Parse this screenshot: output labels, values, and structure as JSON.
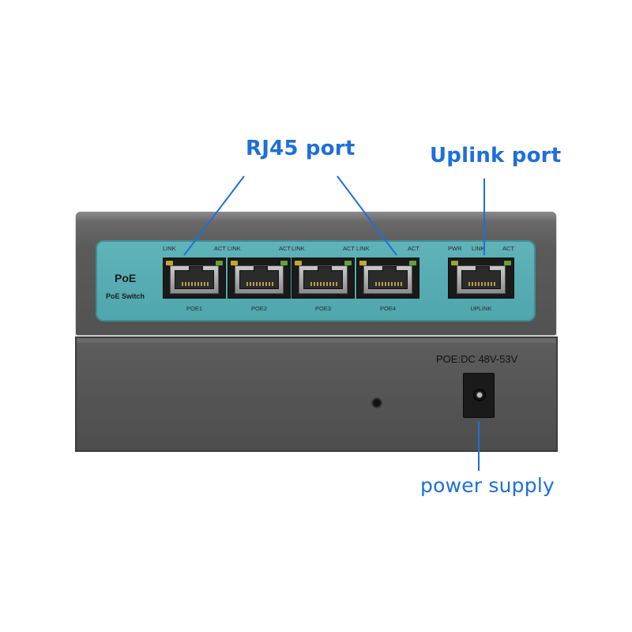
{
  "callouts": {
    "rj45": "RJ45 port",
    "uplink": "Uplink port",
    "power": "power supply"
  },
  "device": {
    "brand": "PoE",
    "model": "PoE Switch",
    "power_spec": "POE:DC 48V-53V",
    "ports": [
      {
        "name": "POE1",
        "left_led": "LINK",
        "right_led": "ACT"
      },
      {
        "name": "POE2",
        "left_led": "LINK",
        "right_led": "ACT"
      },
      {
        "name": "POE3",
        "left_led": "LINK",
        "right_led": "ACT"
      },
      {
        "name": "POE4",
        "left_led": "LINK",
        "right_led": "ACT"
      }
    ],
    "uplink": {
      "name": "UPLINK",
      "leds": [
        "PWR",
        "LINK",
        "ACT"
      ]
    }
  },
  "colors": {
    "callout": "#1e6fd9",
    "panel": "#56abb1",
    "chassis": "#5a5a5a"
  }
}
